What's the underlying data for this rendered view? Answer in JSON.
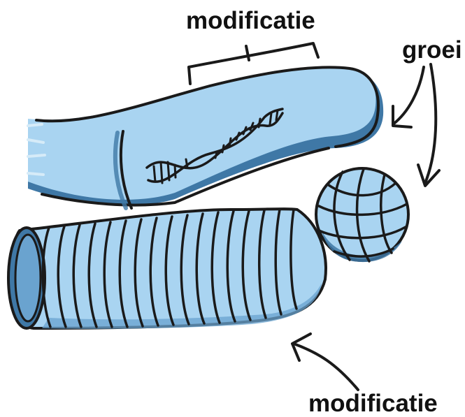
{
  "labels": {
    "top": "modificatie",
    "right": "groei",
    "bottom": "modificatie"
  },
  "colors": {
    "light_blue": "#a9d4f1",
    "mid_blue": "#6aa3cf",
    "dark_blue": "#3f78a6",
    "outline": "#1a1a1a"
  }
}
